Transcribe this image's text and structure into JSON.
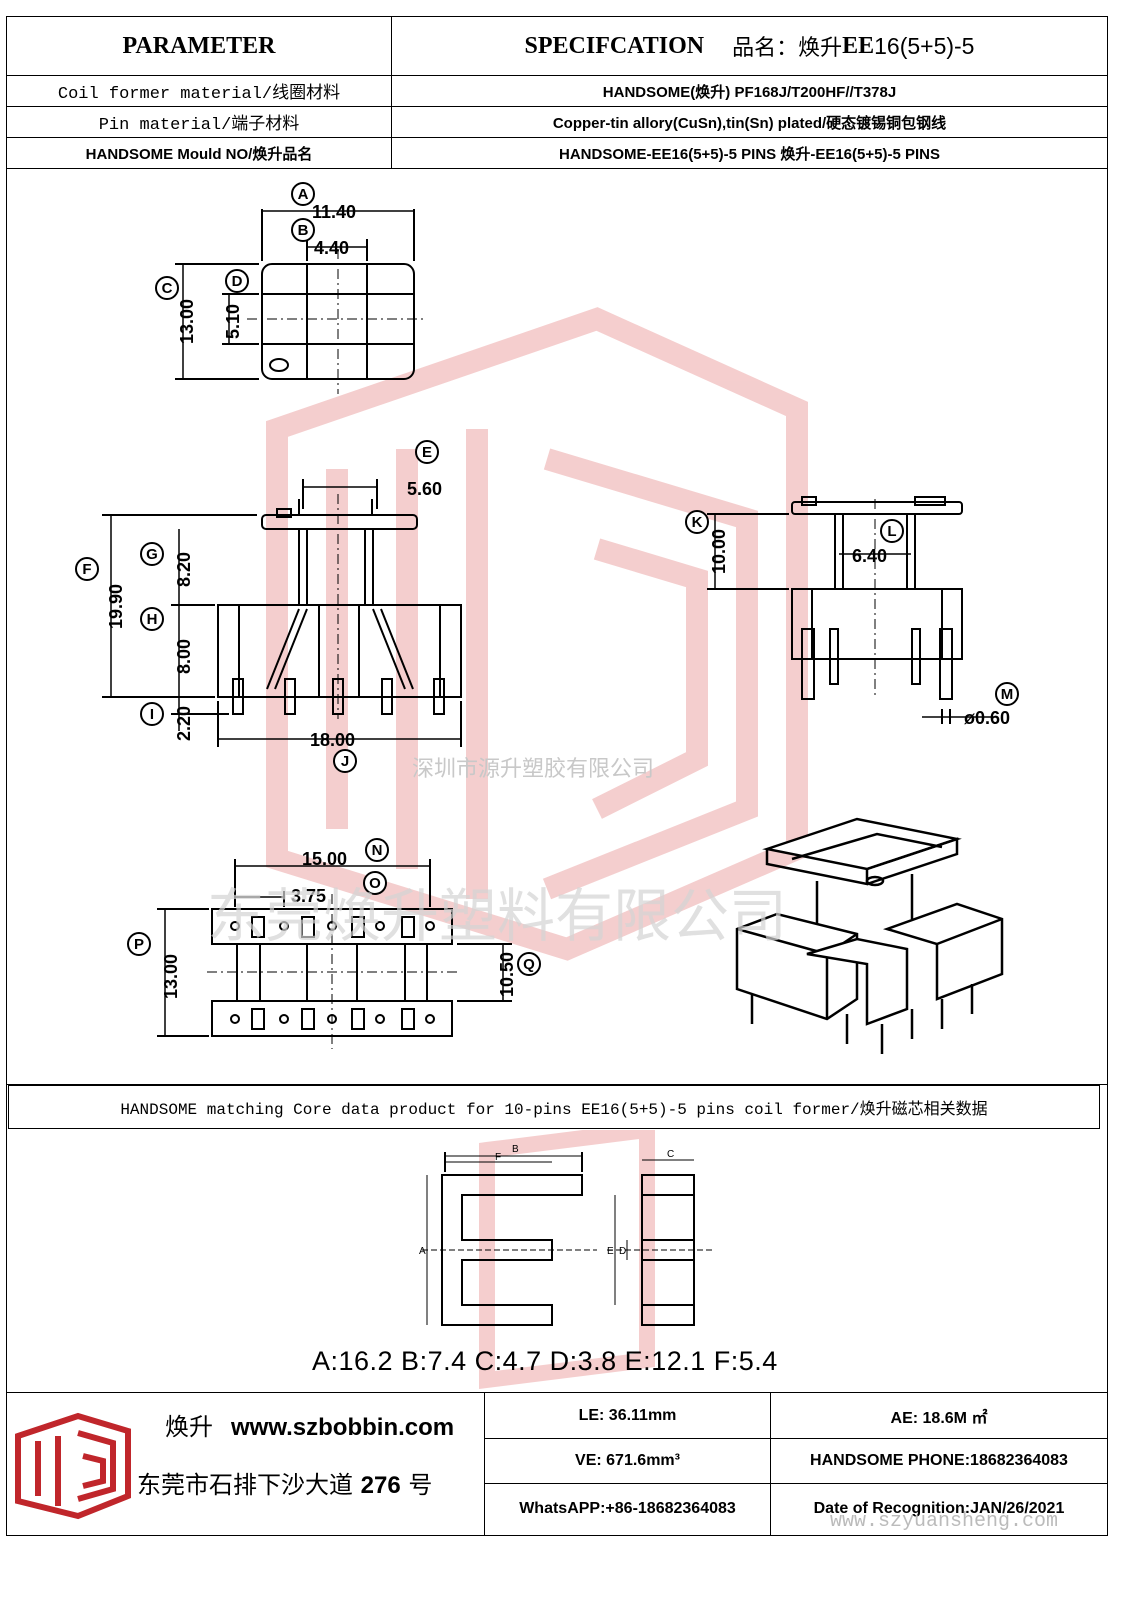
{
  "header": {
    "parameter_label": "PARAMETER",
    "spec_label": "SPECIFCATION",
    "product_name_prefix": "品名：焕升",
    "product_model": "EE",
    "product_model_suffix": "16(5+5)-5"
  },
  "rows": [
    {
      "param": "Coil former material/线圈材料",
      "value": "HANDSOME(焕升)   PF168J/T200HF//T378J"
    },
    {
      "param": "Pin material/端子材料",
      "value": "Copper-tin allory(CuSn),tin(Sn) plated/硬态镀锡铜包钢线"
    },
    {
      "param": "HANDSOME Mould NO/焕升品名",
      "value": "HANDSOME-EE16(5+5)-5 PINS    焕升-EE16(5+5)-5 PINS"
    }
  ],
  "drawing": {
    "dim_a": "11.40",
    "dim_b": "4.40",
    "dim_c": "13.00",
    "dim_d": "5.10",
    "dim_e": "5.60",
    "dim_f": "19.90",
    "dim_g": "8.20",
    "dim_h": "8.00",
    "dim_i": "2.20",
    "dim_j": "18.00",
    "dim_k": "10.00",
    "dim_l": "6.40",
    "dim_m": "ø0.60",
    "dim_n": "15.00",
    "dim_o": "3.75",
    "dim_p": "13.00",
    "dim_q": "10.50",
    "markers": [
      "A",
      "B",
      "C",
      "D",
      "E",
      "F",
      "G",
      "H",
      "I",
      "J",
      "K",
      "L",
      "M",
      "N",
      "O",
      "P",
      "Q"
    ],
    "watermark_small": "深圳市源升塑胶有限公司",
    "watermark_large": "东莞焕升塑料有限公司"
  },
  "core": {
    "banner": "HANDSOME matching Core data  product for 10-pins EE16(5+5)-5 pins coil former/焕升磁芯相关数据",
    "core_labels": [
      "A",
      "B",
      "C",
      "D",
      "E",
      "F"
    ],
    "dims_text": "A:16.2 B:7.4 C:4.7 D:3.8 E:12.1 F:5.4"
  },
  "footer": {
    "brand": "焕升",
    "website": "www.szbobbin.com",
    "address": "东莞市石排下沙大道",
    "address_number": "276",
    "address_suffix": "号",
    "le": "LE:    36.11mm",
    "ae": "AE: 18.6M ㎡",
    "ve": "VE:    671.6mm³",
    "phone": "HANDSOME PHONE:18682364083",
    "whatsapp": "WhatsAPP:+86-18682364083",
    "date": "Date of Recognition:JAN/26/2021",
    "watermark_url": "www.szyuansheng.com"
  },
  "colors": {
    "logo_red": "#c0262b",
    "watermark_red": "#f2c2c2"
  }
}
